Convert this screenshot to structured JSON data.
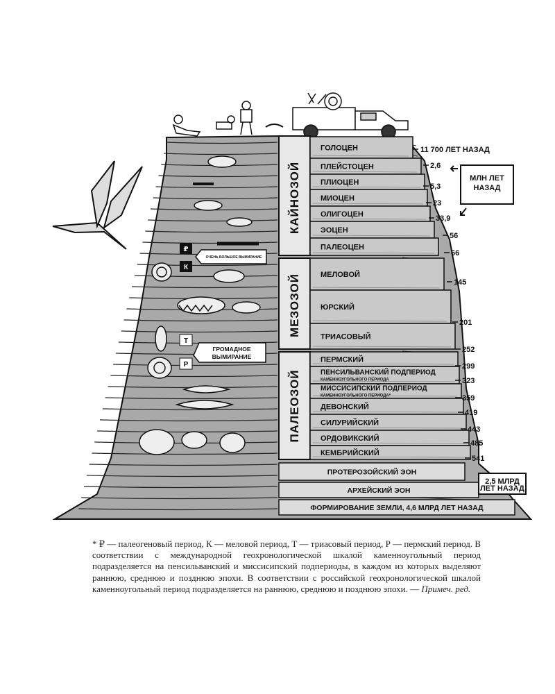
{
  "top_label": "11 700 ЛЕТ НАЗАД",
  "mya_box": "МЛН ЛЕТ НАЗАД",
  "bya_box": "2,5 МЛРД ЛЕТ НАЗАД",
  "eras": [
    {
      "name": "КАЙНОЗОЙ"
    },
    {
      "name": "МЕЗОЗОЙ"
    },
    {
      "name": "ПАЛЕОЗОЙ"
    }
  ],
  "periods": [
    {
      "name": "ГОЛОЦЕН",
      "sub": ""
    },
    {
      "name": "ПЛЕЙСТОЦЕН",
      "sub": ""
    },
    {
      "name": "ПЛИОЦЕН",
      "sub": ""
    },
    {
      "name": "МИОЦЕН",
      "sub": ""
    },
    {
      "name": "ОЛИГОЦЕН",
      "sub": ""
    },
    {
      "name": "ЭОЦЕН",
      "sub": ""
    },
    {
      "name": "ПАЛЕОЦЕН",
      "sub": ""
    },
    {
      "name": "МЕЛОВОЙ",
      "sub": ""
    },
    {
      "name": "ЮРСКИЙ",
      "sub": ""
    },
    {
      "name": "ТРИАСОВЫЙ",
      "sub": ""
    },
    {
      "name": "ПЕРМСКИЙ",
      "sub": ""
    },
    {
      "name": "ПЕНСИЛЬВАНСКИЙ ПОДПЕРИОД",
      "sub": "КАМЕННОУГОЛЬНОГО ПЕРИОДА"
    },
    {
      "name": "МИССИСИПСКИЙ ПОДПЕРИОД",
      "sub": "КАМЕННОУГОЛЬНОГО ПЕРИОДА*"
    },
    {
      "name": "ДЕВОНСКИЙ",
      "sub": ""
    },
    {
      "name": "СИЛУРИЙСКИЙ",
      "sub": ""
    },
    {
      "name": "ОРДОВИКСКИЙ",
      "sub": ""
    },
    {
      "name": "КЕМБРИЙСКИЙ",
      "sub": ""
    }
  ],
  "eons": [
    {
      "name": "ПРОТЕРОЗОЙСКИЙ ЭОН"
    },
    {
      "name": "АРХЕЙСКИЙ ЭОН"
    },
    {
      "name": "ФОРМИРОВАНИЕ ЗЕМЛИ, 4,6 МЛРД ЛЕТ НАЗАД"
    }
  ],
  "ages": [
    "2,6",
    "5,3",
    "23",
    "33,9",
    "56",
    "66",
    "145",
    "201",
    "252",
    "299",
    "323",
    "359",
    "419",
    "443",
    "485",
    "541"
  ],
  "extinction_notes": {
    "very_large": "ОЧЕНЬ БОЛЬШОЕ ВЫМИРАНИЕ",
    "great_line1": "ГРОМАДНОЕ",
    "great_line2": "ВЫМИРАНИЕ"
  },
  "boundary_tags": [
    "₽",
    "К",
    "Т",
    "Р"
  ],
  "footnote": {
    "text": "* ₽ — палеогеновый период, К — меловой период, Т — триасовый период, Р — пермский период. В соответствии с международной геохронологической шкалой каменноугольный период подразделяется на пенсильванский и миссисипский подпериоды, в каждом из которых выделяют раннюю, среднюю и позднюю эпохи. В соответствии с российской геохронологической шкалой каменноугольный период подразделяется на раннюю, среднюю и позднюю эпохи. —",
    "note": "Примеч. ред."
  }
}
